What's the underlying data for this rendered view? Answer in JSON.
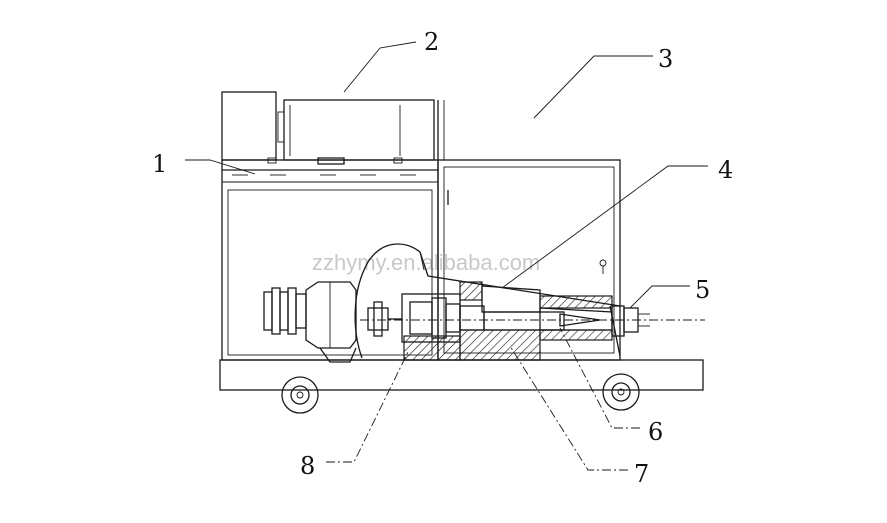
{
  "watermark": "zzhymy.en.alibaba.com",
  "callouts": [
    {
      "id": "1",
      "text": "1"
    },
    {
      "id": "2",
      "text": "2"
    },
    {
      "id": "3",
      "text": "3"
    },
    {
      "id": "4",
      "text": "4"
    },
    {
      "id": "5",
      "text": "5"
    },
    {
      "id": "6",
      "text": "6"
    },
    {
      "id": "7",
      "text": "7"
    },
    {
      "id": "8",
      "text": "8"
    }
  ]
}
